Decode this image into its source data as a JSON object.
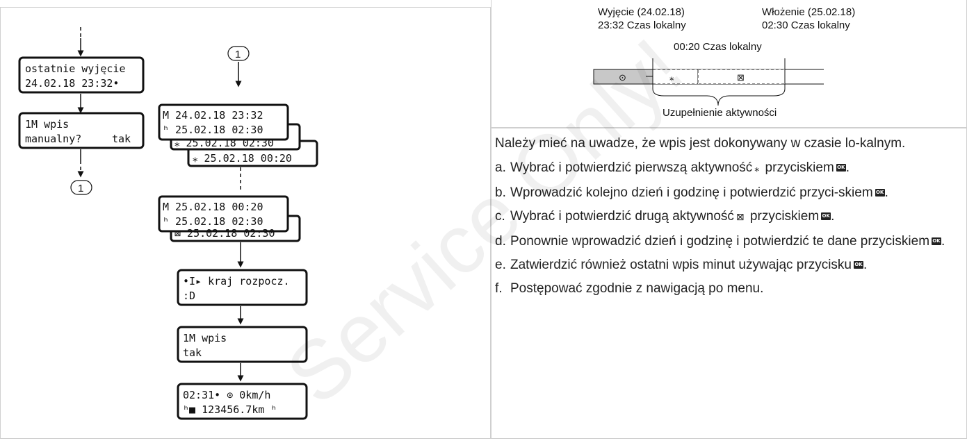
{
  "left_flow": {
    "screen1": [
      "ostatnie wyjęcie",
      "24.02.18  23:32•"
    ],
    "screen2": [
      "1M wpis",
      "manualny?",
      "tak"
    ],
    "connector_left": "1",
    "connector_right": "1",
    "stack1": [
      "M 24.02.18 23:32",
      "ʰ 25.02.18 02:30",
      "⁎ 25.02.18 02:30",
      "⁎ 25.02.18 00:20"
    ],
    "stack2": [
      "M 25.02.18 00:20",
      "ʰ 25.02.18 02:30",
      "⊠ 25.02.18 02:30"
    ],
    "screen_country": [
      "•I▸ kraj rozpocz.",
      ":D"
    ],
    "screen_confirm": [
      "1M wpis",
      "tak"
    ],
    "screen_standard": [
      "02:31• ⊙    0km/h",
      "ʰ■ 123456.7km  ʰ"
    ]
  },
  "timeline": {
    "withdrawal_label": "Wyjęcie (24.02.18)",
    "withdrawal_time": "23:32 Czas lokalny",
    "insertion_label": "Włożenie (25.02.18)",
    "insertion_time": "02:30 Czas lokalny",
    "mid_time": "00:20 Czas lokalny",
    "seg1_symbol": "⊙",
    "seg2_symbol": "⁎",
    "seg3_symbol": "⊠",
    "caption": "Uzupełnienie aktywności"
  },
  "instructions": {
    "intro": "Należy mieć na uwadze, że wpis jest dokonywany w czasie lo-kalnym.",
    "steps": [
      {
        "letter": "a.",
        "before": "Wybrać i potwierdzić pierwszą aktywność",
        "icon": "⁎",
        "after": "przyciskiem",
        "ok": "OK",
        "end": "."
      },
      {
        "letter": "b.",
        "before": "Wprowadzić kolejno dzień i godzinę i potwierdzić przyci-skiem",
        "icon": "",
        "after": "",
        "ok": "OK",
        "end": "."
      },
      {
        "letter": "c.",
        "before": "Wybrać i potwierdzić drugą aktywność",
        "icon": "⊠",
        "after": "przyciskiem",
        "ok": "OK",
        "end": "."
      },
      {
        "letter": "d.",
        "before": "Ponownie wprowadzić dzień i godzinę i potwierdzić te dane przyciskiem",
        "icon": "",
        "after": "",
        "ok": "OK",
        "end": "."
      },
      {
        "letter": "e.",
        "before": "Zatwierdzić również ostatni wpis minut używając przycisku",
        "icon": "",
        "after": "",
        "ok": "OK",
        "end": "."
      },
      {
        "letter": "f.",
        "before": "Postępować zgodnie z nawigacją po menu.",
        "icon": "",
        "after": "",
        "ok": "",
        "end": ""
      }
    ]
  },
  "watermark": "Service Only!"
}
